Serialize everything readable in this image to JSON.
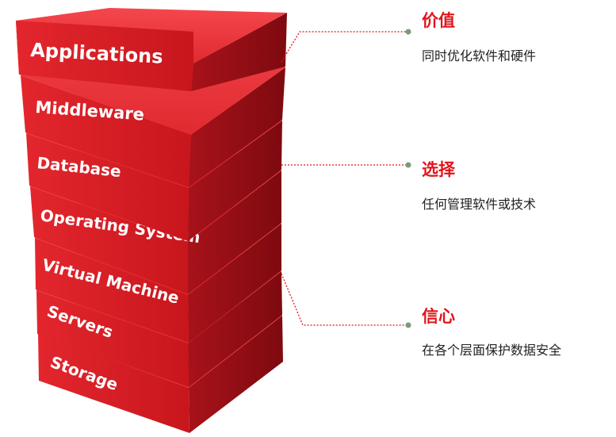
{
  "layers": [
    {
      "label": "Applications"
    },
    {
      "label": "Middleware"
    },
    {
      "label": "Database"
    },
    {
      "label": "Operating System"
    },
    {
      "label": "Virtual Machine"
    },
    {
      "label": "Servers"
    },
    {
      "label": "Storage"
    }
  ],
  "callouts": [
    {
      "title": "价值",
      "description": "同时优化软件和硬件"
    },
    {
      "title": "选择",
      "description": "任何管理软件或技术"
    },
    {
      "title": "信心",
      "description": "在各个层面保护数据安全"
    }
  ],
  "colors": {
    "accent": "#e0151c",
    "block_front": "#d81f26",
    "block_side": "#9e0f14",
    "block_top": "#f0353b",
    "connector": "#e0151c",
    "connector_dot": "#7a9a7a"
  }
}
